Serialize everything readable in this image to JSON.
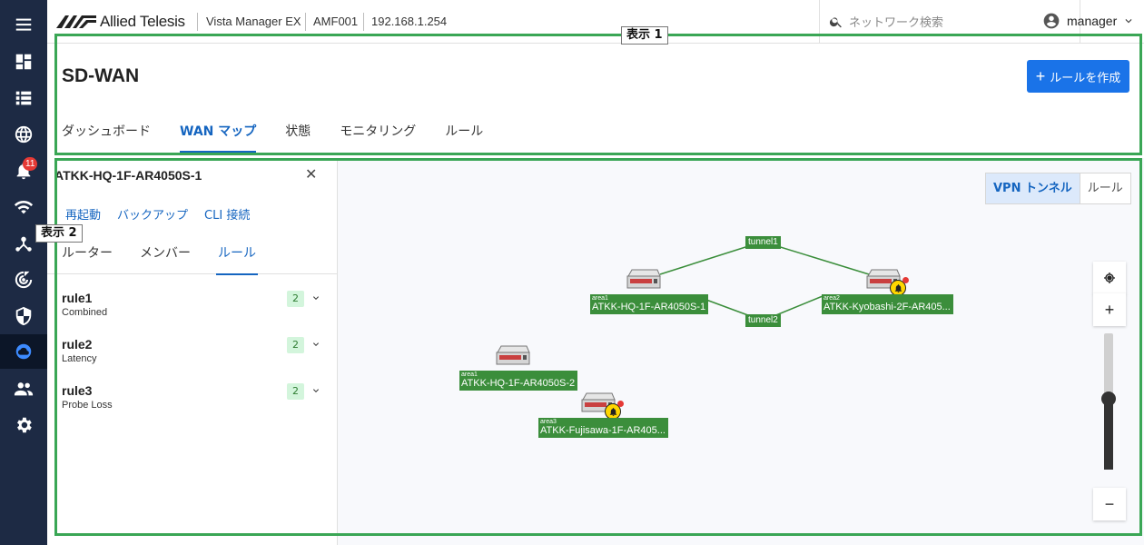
{
  "header": {
    "brand": "Allied Telesis",
    "product": "Vista Manager EX",
    "device": "AMF001",
    "ip": "192.168.1.254",
    "search_placeholder": "ネットワーク検索",
    "user": "manager"
  },
  "sidebar": {
    "items": [
      {
        "icon": "menu-icon"
      },
      {
        "icon": "dashboard-icon"
      },
      {
        "icon": "list-icon"
      },
      {
        "icon": "globe-icon"
      },
      {
        "icon": "bell-icon",
        "badge": "11"
      },
      {
        "icon": "wifi-icon"
      },
      {
        "icon": "network-icon"
      },
      {
        "icon": "radar-icon"
      },
      {
        "icon": "shield-icon"
      },
      {
        "icon": "cloud-icon",
        "active": true
      },
      {
        "icon": "people-icon"
      },
      {
        "icon": "gear-icon"
      }
    ]
  },
  "annotations": {
    "display1": "表示 1",
    "display2": "表示 2"
  },
  "page": {
    "title": "SD-WAN",
    "create_button": "ルールを作成",
    "tabs": [
      "ダッシュボード",
      "WAN マップ",
      "状態",
      "モニタリング",
      "ルール"
    ],
    "active_tab": 1
  },
  "panel": {
    "title": "ATKK-HQ-1F-AR4050S-1",
    "actions": [
      "再起動",
      "バックアップ",
      "CLI 接続"
    ],
    "tabs": [
      "ルーター",
      "メンバー",
      "ルール"
    ],
    "active_tab": 2,
    "rules": [
      {
        "name": "rule1",
        "type": "Combined",
        "count": "2"
      },
      {
        "name": "rule2",
        "type": "Latency",
        "count": "2"
      },
      {
        "name": "rule3",
        "type": "Probe Loss",
        "count": "2"
      }
    ]
  },
  "map": {
    "toggle": [
      "VPN トンネル",
      "ルール"
    ],
    "toggle_active": 0,
    "controls": {
      "zoom_in": "+",
      "zoom_out": "−"
    },
    "zoom_level": 0.5,
    "nodes": [
      {
        "area": "area1",
        "name": "ATKK-HQ-1F-AR4050S-1",
        "alert": false
      },
      {
        "area": "area2",
        "name": "ATKK-Kyobashi-2F-AR405...",
        "alert": true
      },
      {
        "area": "area1",
        "name": "ATKK-HQ-1F-AR4050S-2",
        "alert": false
      },
      {
        "area": "area3",
        "name": "ATKK-Fujisawa-1F-AR405...",
        "alert": true
      }
    ],
    "tunnels": [
      {
        "label": "tunnel1"
      },
      {
        "label": "tunnel2"
      }
    ],
    "colors": {
      "link": "#3b8e3b",
      "label_bg": "#3b8e3b",
      "alert": "#ffd600"
    }
  }
}
